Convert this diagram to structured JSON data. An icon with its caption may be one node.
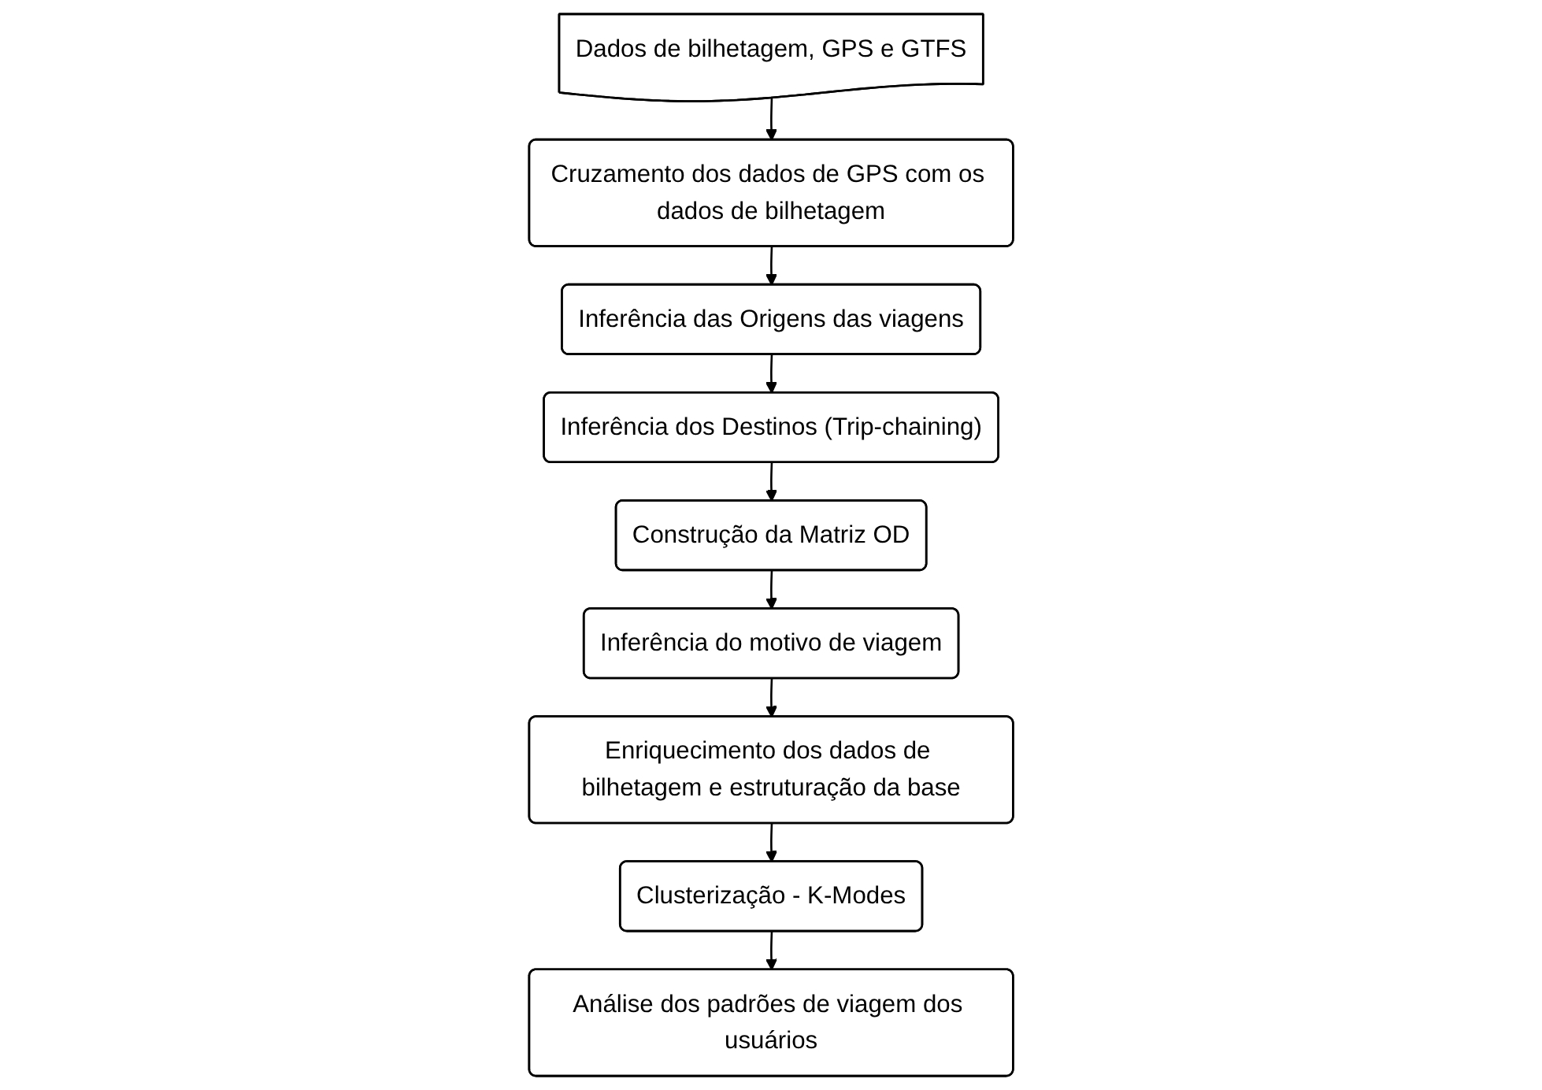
{
  "diagram": {
    "nodes": [
      {
        "text": [
          "Dados de bilhetagem, GPS e GTFS"
        ]
      },
      {
        "text": [
          "Cruzamento dos dados de GPS com os dados de bilhetagem"
        ]
      },
      {
        "text": [
          "Inferência das Origens das viagens"
        ]
      },
      {
        "text": [
          "Inferência dos Destinos (Trip-chaining)"
        ]
      },
      {
        "text": [
          "Construção da Matriz OD"
        ]
      },
      {
        "text": [
          "Inferência do motivo de viagem"
        ]
      },
      {
        "text": [
          "Enriquecimento dos dados de bilhetagem e estruturação da base"
        ]
      },
      {
        "text": [
          "Clusterização - K-Modes"
        ]
      },
      {
        "text": [
          "Análise dos padrões de viagem dos usuários"
        ]
      }
    ],
    "edges": [
      {
        "from": 0,
        "to": 1,
        "arrow": "to"
      },
      {
        "from": 1,
        "to": 2,
        "arrow": "to"
      },
      {
        "from": 2,
        "to": 3,
        "arrow": "to"
      },
      {
        "from": 3,
        "to": 4,
        "arrow": "to"
      },
      {
        "from": 4,
        "to": 5,
        "arrow": "to"
      },
      {
        "from": 5,
        "to": 6,
        "arrow": "to"
      },
      {
        "from": 6,
        "to": 7,
        "arrow": "to"
      },
      {
        "from": 7,
        "to": 8,
        "arrow": "to"
      }
    ]
  }
}
